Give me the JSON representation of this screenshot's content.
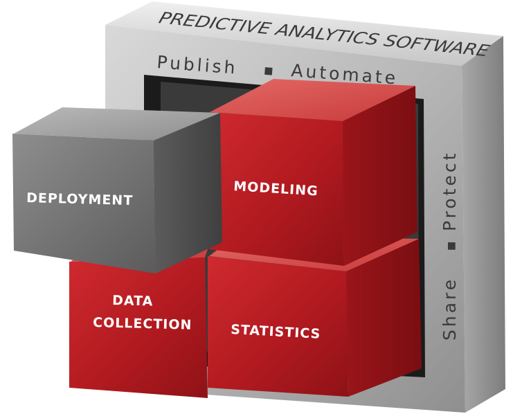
{
  "frame": {
    "top_banner": "PREDICTIVE ANALYTICS SOFTWARE",
    "top_caption": "Publish",
    "top_caption_right": "Automate",
    "side_caption": "Share",
    "side_caption_right": "Protect",
    "separator": "■"
  },
  "blocks": {
    "deployment": "DEPLOYMENT",
    "modeling": "MODELING",
    "data_collection_line1": "DATA",
    "data_collection_line2": "COLLECTION",
    "statistics": "STATISTICS"
  },
  "colors": {
    "red": "#b3191f",
    "gray_block": "#6e6e6e",
    "frame": "#a9a9a9"
  }
}
